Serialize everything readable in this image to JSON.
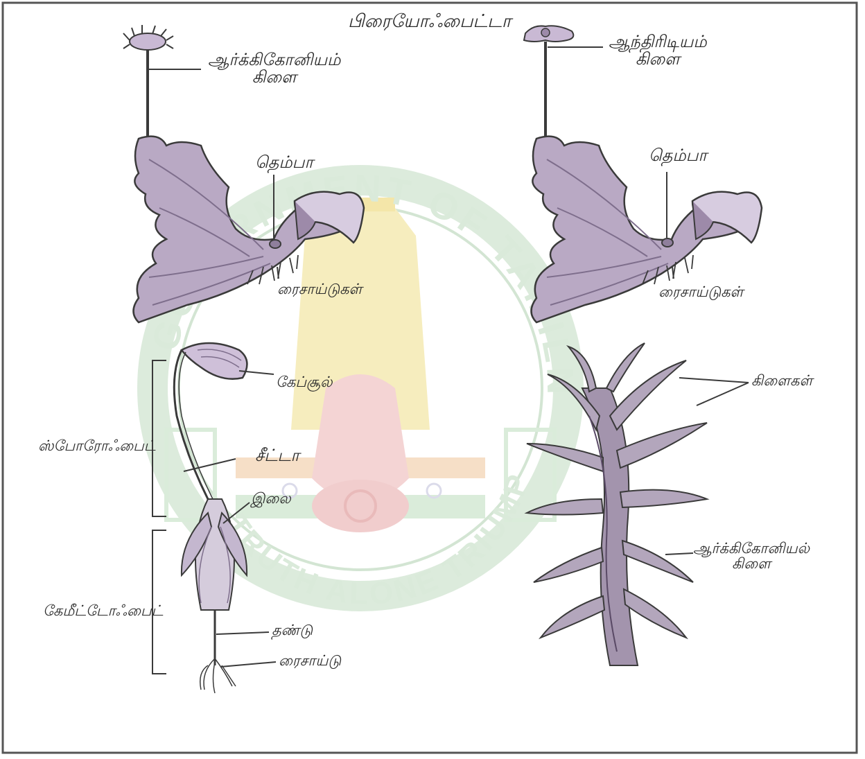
{
  "title": "பிரையோஃபைட்டா",
  "labels": {
    "archegonium_stalk": [
      "ஆர்க்கிகோனியம்",
      "கிளை"
    ],
    "antheridium_stalk": [
      "ஆந்திரிடியம்",
      "கிளை"
    ],
    "thallus_left": "தெம்பா",
    "thallus_right": "தெம்பா",
    "rhizoids_left": "ரைசாய்டுகள்",
    "rhizoids_right": "ரைசாய்டுகள்",
    "capsule": "கேப்சூல்",
    "seta": "சீட்டா",
    "leaf": "இலை",
    "sporophyte": "ஸ்போரோஃபைட்",
    "gametophyte": "கேமீட்டோஃபைட்",
    "stem": "தண்டு",
    "rhizoid": "ரைசாய்டு",
    "branches": "கிளைகள்",
    "archegonial_branch": [
      "ஆர்க்கிகோனியல்",
      "கிளை"
    ]
  },
  "watermark": {
    "top_text": "GOVERNMENT OF TAMILNADU",
    "bottom_text": "TRUTH ALONE TRIUMPHS"
  },
  "colors": {
    "thallus_fill": "#b9a9c4",
    "thallus_dark": "#8f7f9c",
    "line": "#3a3a3a",
    "watermark_green": "#cfe3cf",
    "watermark_yellow": "#f6ecb8",
    "watermark_orange": "#f6d9bf",
    "watermark_red": "#efc6c6"
  }
}
